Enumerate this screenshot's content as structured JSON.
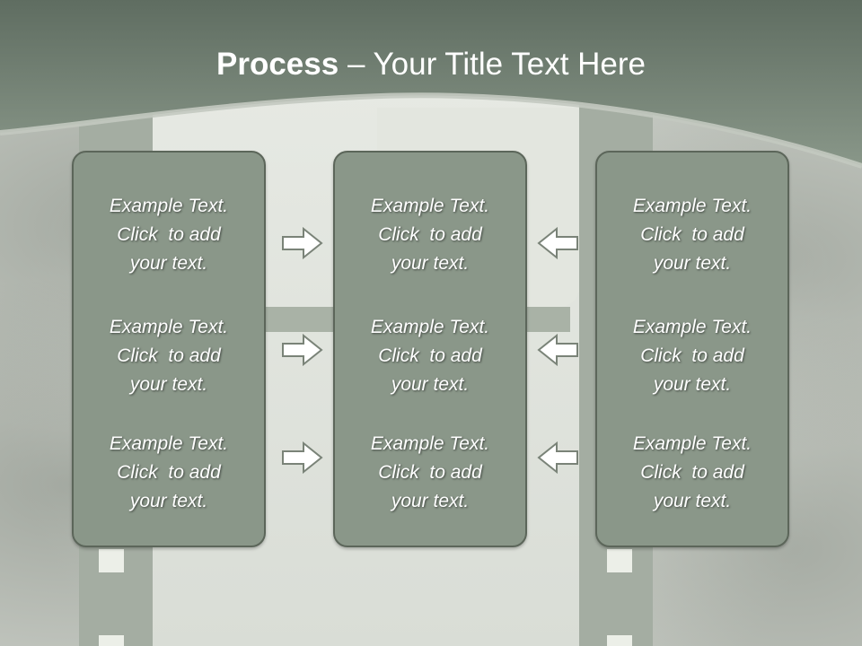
{
  "title": {
    "bold": "Process",
    "rest": " – Your Title Text Here"
  },
  "columns": [
    {
      "items": [
        [
          "Example Text.",
          "Click  to add",
          "your text."
        ],
        [
          "Example Text.",
          "Click  to add",
          "your text."
        ],
        [
          "Example Text.",
          "Click  to add",
          "your text."
        ]
      ]
    },
    {
      "items": [
        [
          "Example Text.",
          "Click  to add",
          "your text."
        ],
        [
          "Example Text.",
          "Click  to add",
          "your text."
        ],
        [
          "Example Text.",
          "Click  to add",
          "your text."
        ]
      ]
    },
    {
      "items": [
        [
          "Example Text.",
          "Click  to add",
          "your text."
        ],
        [
          "Example Text.",
          "Click  to add",
          "your text."
        ],
        [
          "Example Text.",
          "Click  to add",
          "your text."
        ]
      ]
    }
  ],
  "arrows": {
    "left_group": "right-arrow-icon",
    "right_group": "left-arrow-icon"
  },
  "colors": {
    "header": "#7b8a7c",
    "box": "#8a9789",
    "box_border": "#5c665a",
    "text": "#ffffff"
  }
}
